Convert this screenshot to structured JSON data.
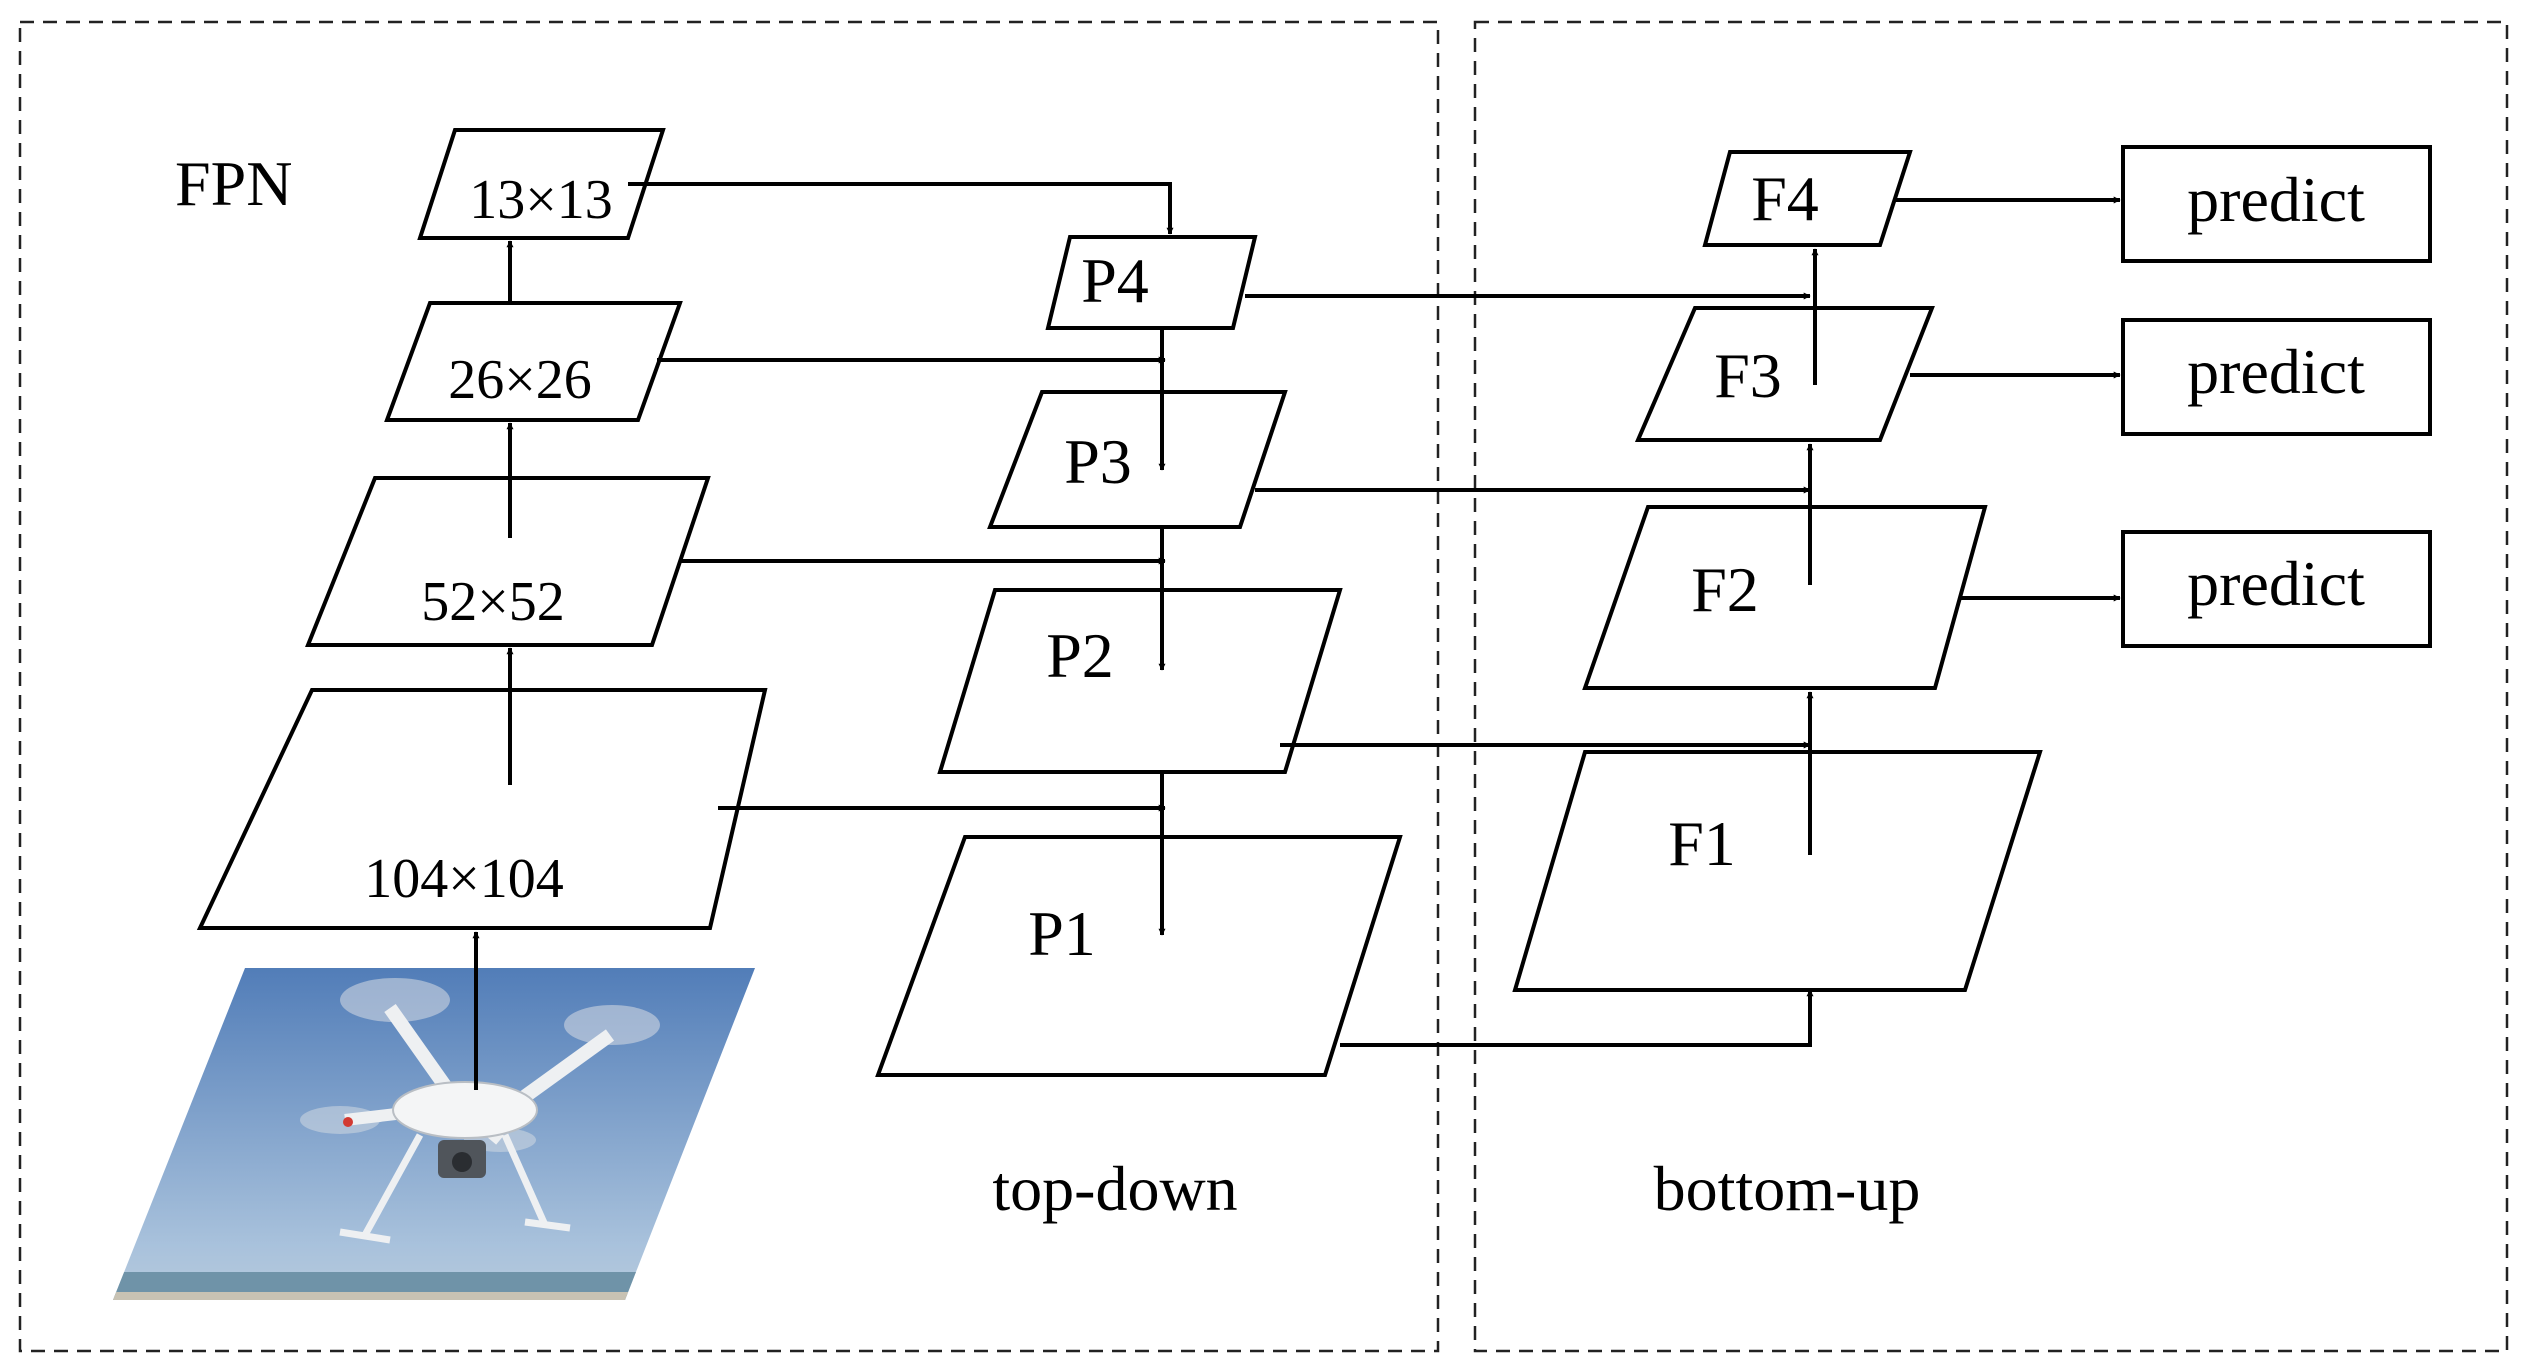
{
  "fpn_label": "FPN",
  "backbone": {
    "l1": "13×13",
    "l2": "26×26",
    "l3": "52×52",
    "l4": "104×104"
  },
  "topdown": {
    "p4": "P4",
    "p3": "P3",
    "p2": "P2",
    "p1": "P1",
    "caption": "top-down"
  },
  "bottomup": {
    "f4": "F4",
    "f3": "F3",
    "f2": "F2",
    "f1": "F1",
    "caption": "bottom-up"
  },
  "predict": {
    "p1": "predict",
    "p2": "predict",
    "p3": "predict"
  },
  "input_image": {
    "subject": "quadcopter drone in flight",
    "sky_color": "#4f7bb7",
    "sky_light_color": "#a9c2dc",
    "sea_color": "#6f93a8"
  }
}
